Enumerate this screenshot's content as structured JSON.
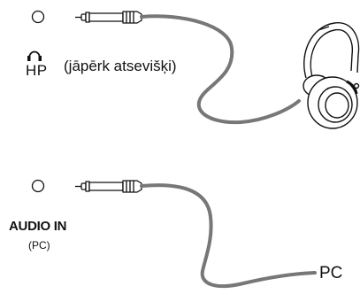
{
  "headphone_section": {
    "port_label": "HP",
    "note": "(jāpērk atsevišķi)",
    "port_icon": "headphone-icon",
    "jack_icon": "audio-jack-plug-icon",
    "device_icon": "headphones-icon"
  },
  "audio_in_section": {
    "port_label": "AUDIO IN",
    "port_sublabel": "(PC)",
    "jack_icon": "audio-jack-plug-icon",
    "device_label": "PC"
  },
  "colors": {
    "cable": "#777777",
    "outline": "#111111",
    "background": "#ffffff"
  }
}
